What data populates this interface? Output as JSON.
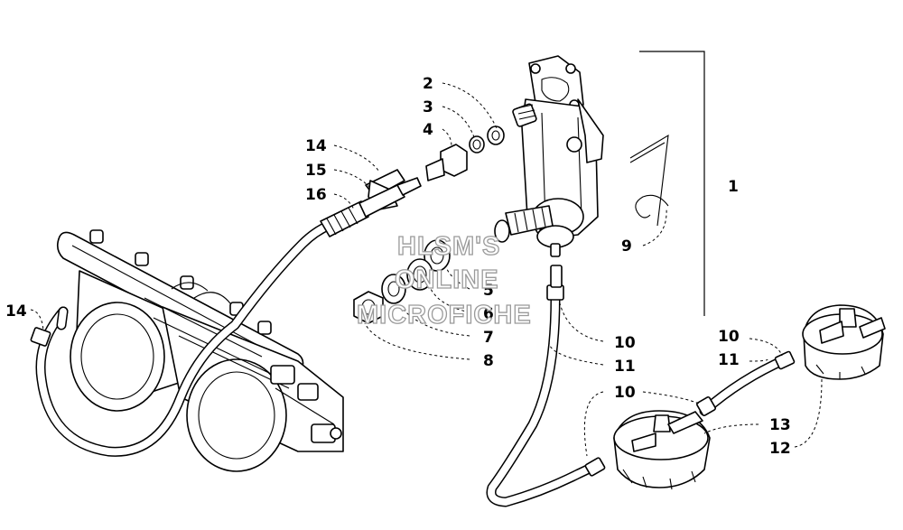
{
  "callouts": {
    "c1": "1",
    "c2": "2",
    "c3": "3",
    "c4": "4",
    "c5": "5",
    "c6": "6",
    "c7": "7",
    "c8": "8",
    "c9": "9",
    "c10a": "10",
    "c10b": "10",
    "c10c": "10",
    "c11a": "11",
    "c11b": "11",
    "c12": "12",
    "c13": "13",
    "c14a": "14",
    "c14b": "14",
    "c15": "15",
    "c16": "16"
  },
  "watermark": {
    "line1": "HLSM'S",
    "line2": "ONLINE",
    "line3": "MICROFICHE"
  }
}
